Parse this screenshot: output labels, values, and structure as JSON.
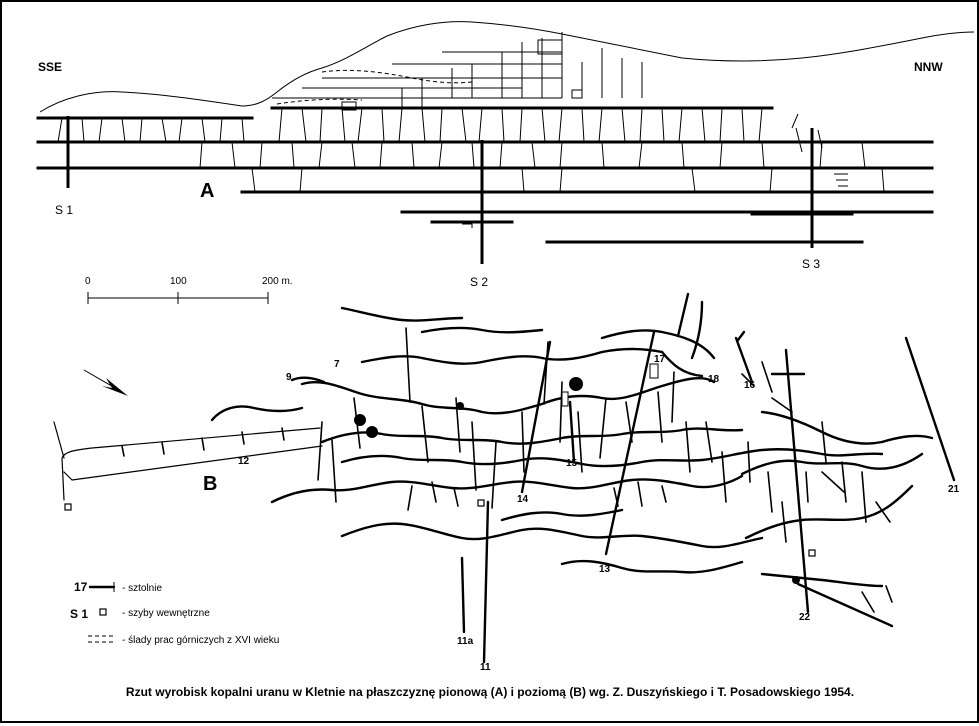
{
  "section_a": {
    "label": "A",
    "left_direction": "SSE",
    "right_direction": "NNW",
    "shafts": [
      "S 1",
      "S 2",
      "S 3"
    ]
  },
  "scale_bar": {
    "ticks": [
      "0",
      "100",
      "200 m."
    ]
  },
  "section_b": {
    "label": "B",
    "adits": [
      "7",
      "9",
      "12",
      "14",
      "15",
      "17",
      "18",
      "16",
      "13",
      "11a",
      "11",
      "22",
      "21"
    ]
  },
  "legend": {
    "adit_number": "17",
    "adit_text": "- sztolnie",
    "shaft_code": "S 1",
    "shaft_text": "- szyby wewnętrzne",
    "old_works_text": "- ślady prac górniczych z XVI wieku"
  },
  "caption": "Rzut wyrobisk kopalni uranu w Kletnie na płaszczyznę pionową (A) i poziomą (B) wg. Z. Duszyńskiego i T. Posadowskiego 1954."
}
